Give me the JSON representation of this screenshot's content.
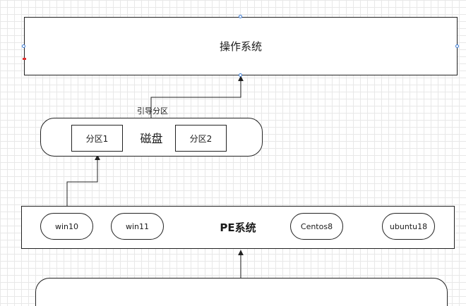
{
  "os_box": {
    "label": "操作系统"
  },
  "disk_box": {
    "label": "磁盘",
    "partitions": [
      "分区1",
      "分区2"
    ]
  },
  "boot_label": "引导分区",
  "pe_box": {
    "label": "PE系统",
    "items": [
      "win10",
      "win11",
      "Centos8",
      "ubuntu18"
    ]
  },
  "colors": {
    "stroke": "#222222",
    "handle": "#3a7bd5",
    "grid": "#e8e8e8"
  }
}
